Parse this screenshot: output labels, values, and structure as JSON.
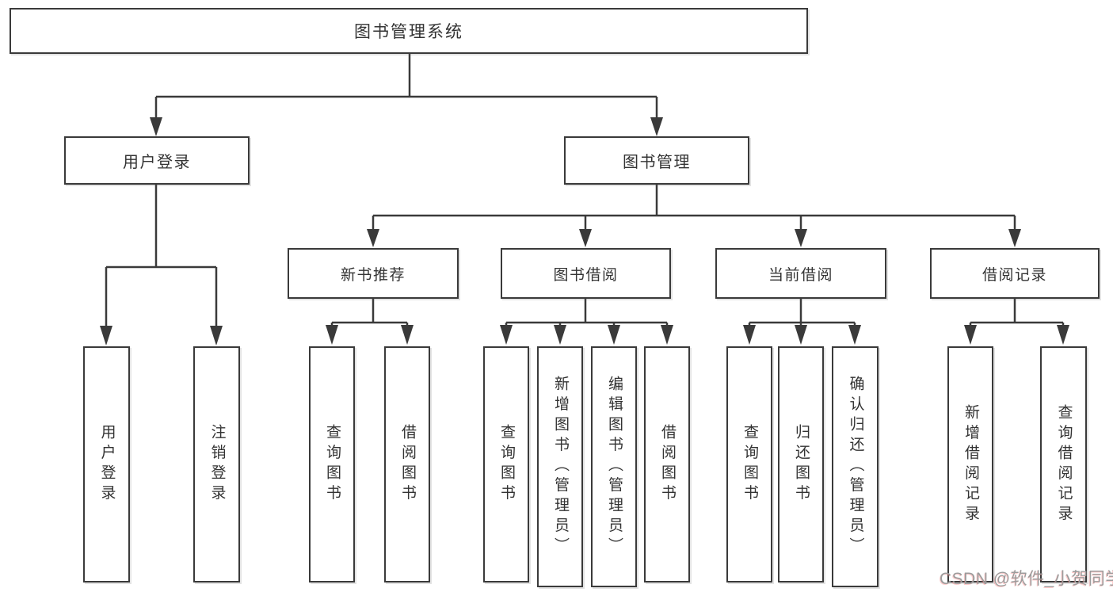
{
  "tree": {
    "label": "图书管理系统",
    "children": [
      {
        "label": "用户登录",
        "children": [
          {
            "label": "用户登录"
          },
          {
            "label": "注销登录"
          }
        ]
      },
      {
        "label": "图书管理",
        "children": [
          {
            "label": "新书推荐",
            "children": [
              {
                "label": "查询图书"
              },
              {
                "label": "借阅图书"
              }
            ]
          },
          {
            "label": "图书借阅",
            "children": [
              {
                "label": "查询图书"
              },
              {
                "label": "新增图书（管理员）"
              },
              {
                "label": "编辑图书（管理员）"
              },
              {
                "label": "借阅图书"
              }
            ]
          },
          {
            "label": "当前借阅",
            "children": [
              {
                "label": "查询图书"
              },
              {
                "label": "归还图书"
              },
              {
                "label": "确认归还（管理员）"
              }
            ]
          },
          {
            "label": "借阅记录",
            "children": [
              {
                "label": "新增借阅记录"
              },
              {
                "label": "查询借阅记录"
              }
            ]
          }
        ]
      }
    ]
  },
  "watermark": {
    "text": "CSDN @软件_小贺同学",
    "color": "#9c9c9c"
  },
  "colors": {
    "line": "#3a3a3a",
    "text": "#333333",
    "background": "#ffffff"
  }
}
